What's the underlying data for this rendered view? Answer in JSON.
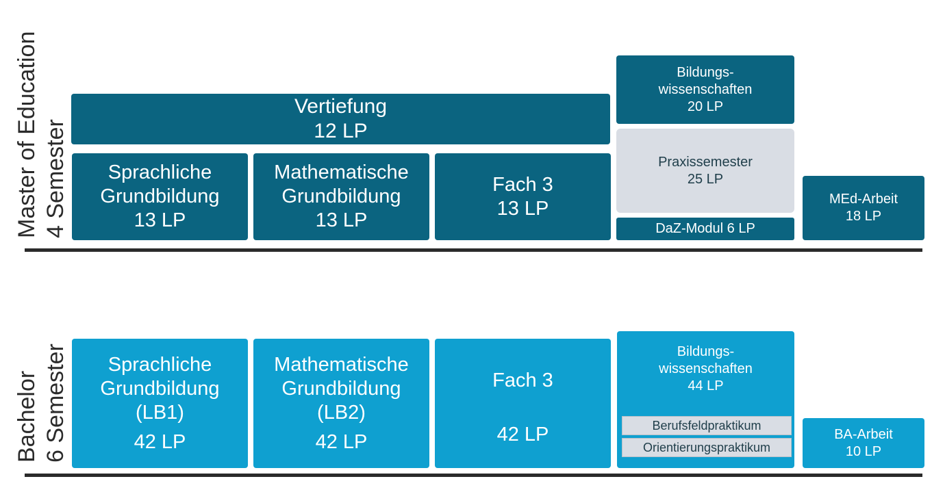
{
  "colors": {
    "master": "#0b6480",
    "bachelor": "#0fa0d0",
    "praxis": "#d9dde4",
    "axis": "#2b2b2b"
  },
  "master": {
    "label_line1": "Master of Education",
    "label_line2": "4 Semester",
    "vertiefung": {
      "line1": "Vertiefung",
      "line2": "12 LP"
    },
    "sprachliche": {
      "line1": "Sprachliche",
      "line2": "Grundbildung",
      "line3": "13 LP"
    },
    "mathematische": {
      "line1": "Mathematische",
      "line2": "Grundbildung",
      "line3": "13 LP"
    },
    "fach3": {
      "line1": "Fach 3",
      "line2": "13 LP"
    },
    "bildungswissenschaften": {
      "line1": "Bildungs-",
      "line2": "wissenschaften",
      "line3": "20 LP"
    },
    "praxissemester": {
      "line1": "Praxissemester",
      "line2": "25 LP"
    },
    "daz": {
      "line1": "DaZ-Modul 6 LP"
    },
    "arbeit": {
      "line1": "MEd-Arbeit",
      "line2": "18 LP"
    }
  },
  "bachelor": {
    "label_line1": "Bachelor",
    "label_line2": "6 Semester",
    "sprachliche": {
      "line1": "Sprachliche",
      "line2": "Grundbildung",
      "line3": "(LB1)",
      "line4": "42 LP"
    },
    "mathematische": {
      "line1": "Mathematische",
      "line2": "Grundbildung",
      "line3": "(LB2)",
      "line4": "42 LP"
    },
    "fach3": {
      "line1": "Fach 3",
      "line2": "42 LP"
    },
    "bildungswissenschaften": {
      "line1": "Bildungs-",
      "line2": "wissenschaften",
      "line3": "44 LP"
    },
    "berufsfeldpraktikum": "Berufsfeldpraktikum",
    "orientierungspraktikum": "Orientierungspraktikum",
    "arbeit": {
      "line1": "BA-Arbeit",
      "line2": "10 LP"
    }
  }
}
